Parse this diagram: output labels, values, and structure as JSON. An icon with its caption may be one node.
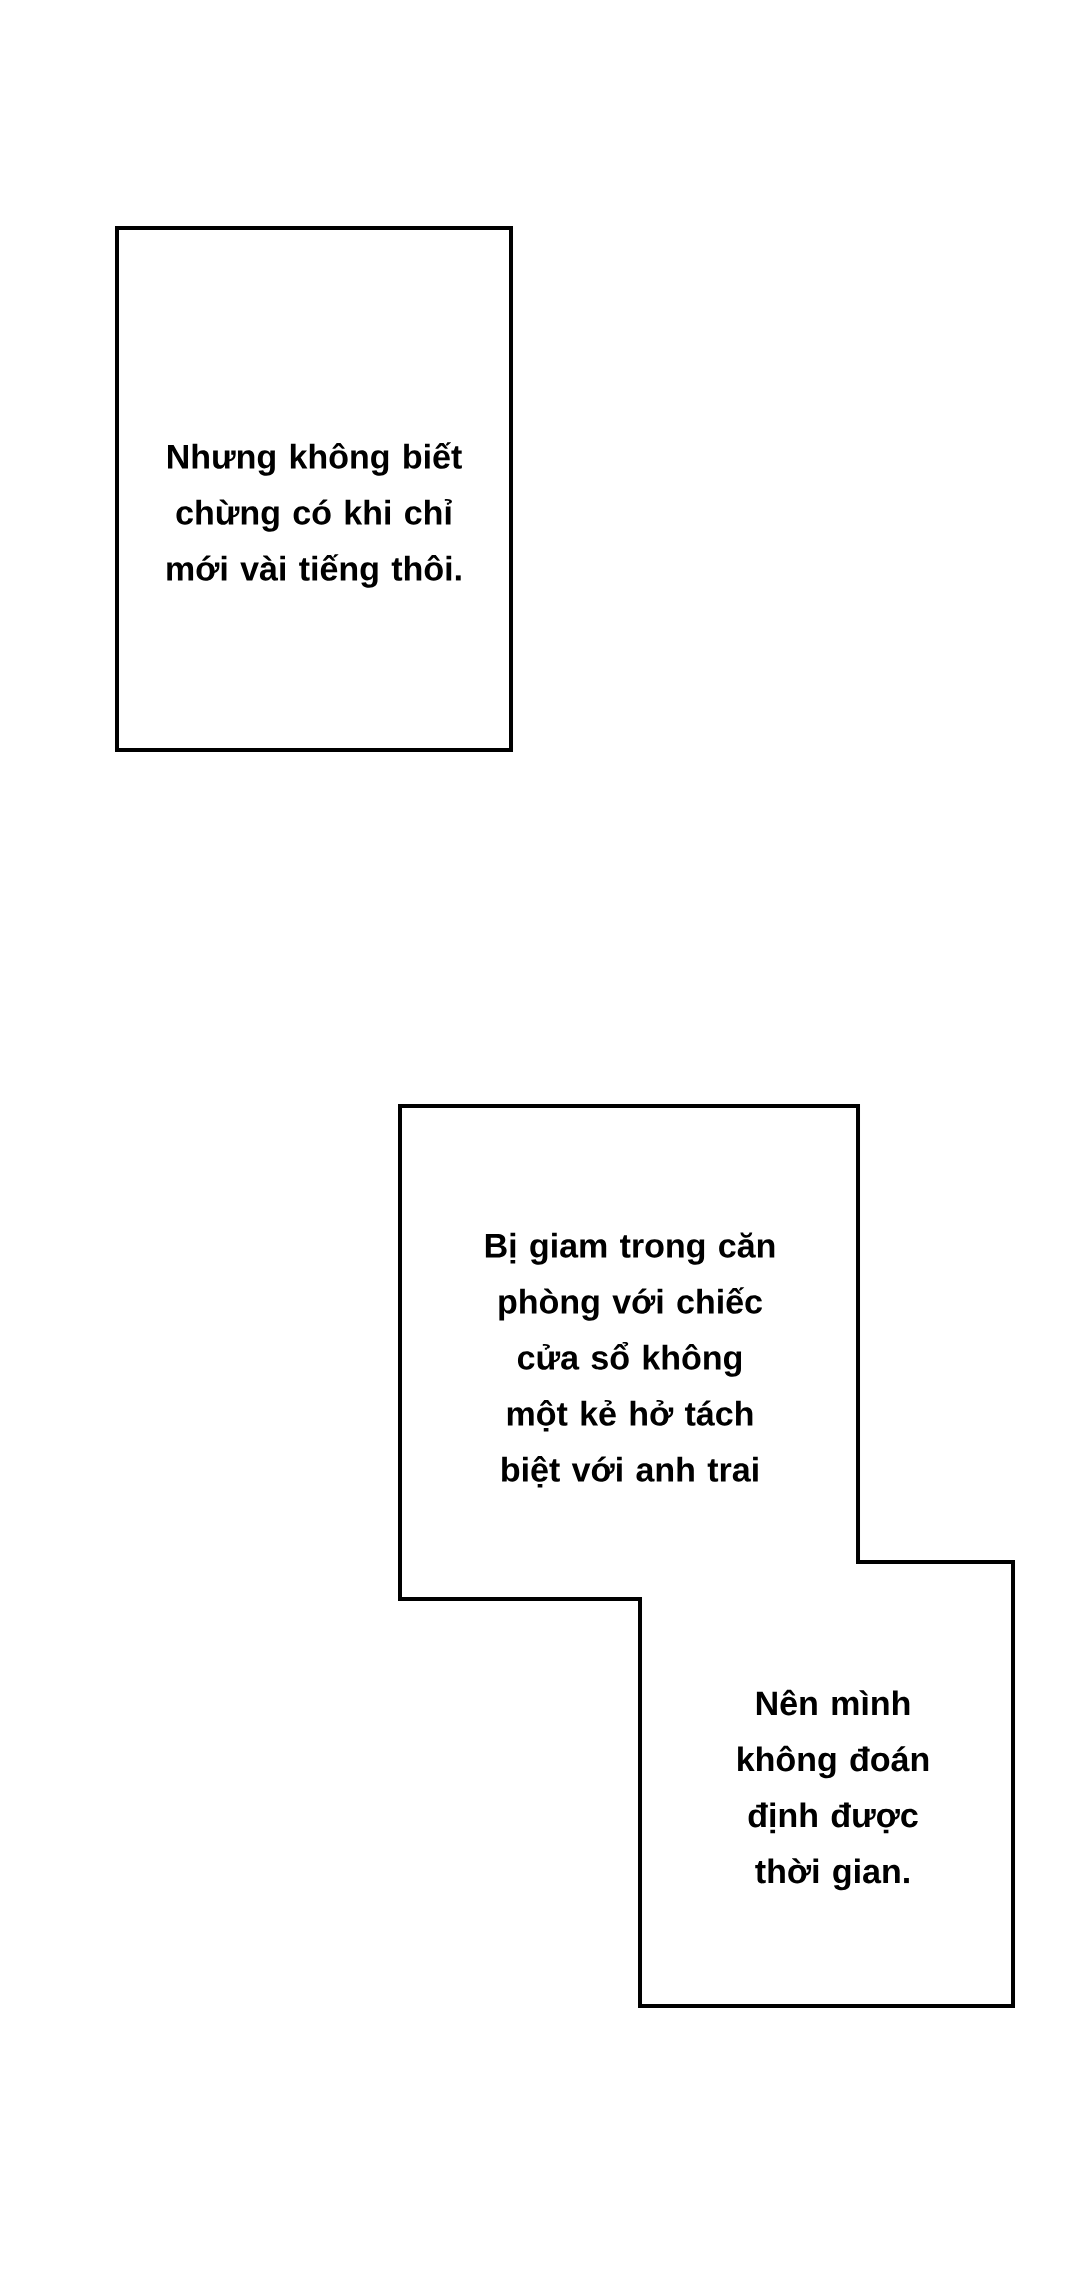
{
  "diagram": {
    "nodes": [
      {
        "text": [
          "Nhưng không biết chừng có khi chỉ mới vài tiếng thôi."
        ]
      },
      {
        "text": [
          "Bị giam trong căn phòng với chiếc cửa sổ không một kẻ hở tách biệt với anh trai",
          "Nên mình không đoán định được thời gian."
        ]
      }
    ]
  }
}
